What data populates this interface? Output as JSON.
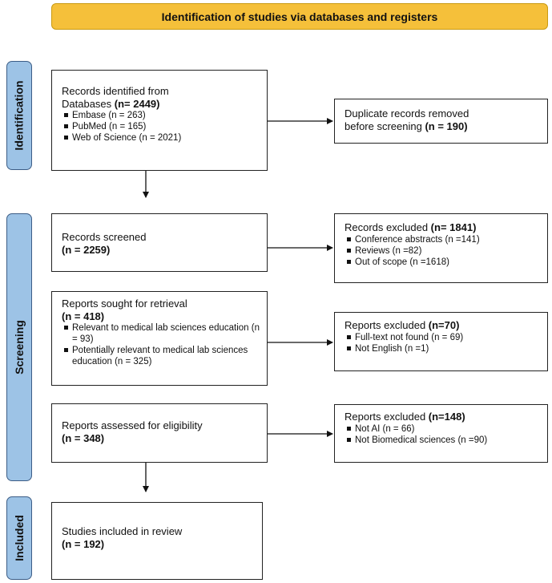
{
  "header": {
    "title": "Identification of studies via databases and registers"
  },
  "phases": {
    "identification": "Identification",
    "screening": "Screening",
    "included": "Included"
  },
  "records_identified": {
    "line1": "Records identified from",
    "line2_prefix": "Databases ",
    "line2_count": "(n= 2449)",
    "items": [
      "Embase (n = 263)",
      "PubMed (n = 165)",
      "Web of Science (n = 2021)"
    ]
  },
  "duplicates_removed": {
    "line1": "Duplicate records removed",
    "line2_prefix": "before screening ",
    "line2_count": "(n = 190)"
  },
  "records_screened": {
    "label": "Records screened",
    "count": "(n = 2259)"
  },
  "records_excluded": {
    "prefix": "Records excluded ",
    "count": "(n= 1841)",
    "items": [
      "Conference abstracts (n =141)",
      "Reviews (n =82)",
      "Out of scope (n =1618)"
    ]
  },
  "reports_sought": {
    "label": "Reports sought for retrieval",
    "count": "(n = 418)",
    "items": [
      "Relevant to medical lab sciences education (n = 93)",
      "Potentially relevant to medical lab sciences  education (n = 325)"
    ]
  },
  "reports_excluded_1": {
    "prefix": "Reports excluded ",
    "count": "(n=70)",
    "items": [
      "Full-text not found (n = 69)",
      "Not English (n =1)"
    ]
  },
  "reports_assessed": {
    "label": "Reports assessed for eligibility",
    "count": "(n = 348)"
  },
  "reports_excluded_2": {
    "prefix": "Reports excluded ",
    "count": "(n=148)",
    "items": [
      "Not AI (n = 66)",
      "Not Biomedical sciences  (n =90)"
    ]
  },
  "studies_included": {
    "label": "Studies included in review",
    "count": "(n = 192)"
  }
}
